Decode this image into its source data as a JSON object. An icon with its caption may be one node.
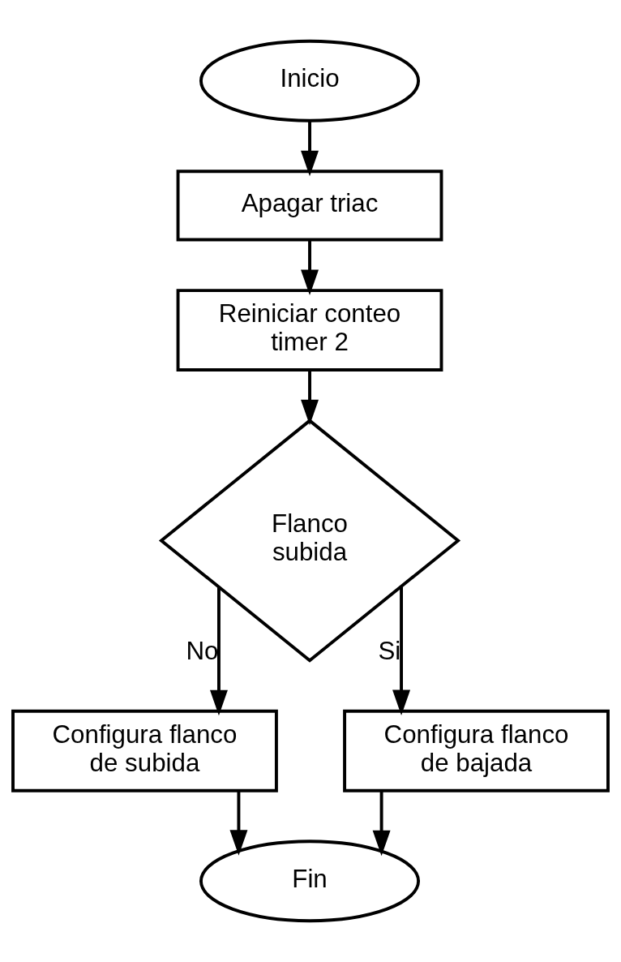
{
  "diagram": {
    "nodes": [
      {
        "text": [
          "Inicio"
        ]
      },
      {
        "text": [
          "Apagar triac"
        ]
      },
      {
        "text": [
          "Reiniciar conteo timer 2"
        ]
      },
      {
        "text": [
          "Flanco subida"
        ]
      },
      {
        "text": [
          "Configura flanco de subida"
        ]
      },
      {
        "text": [
          "Configura flanco de bajada"
        ]
      },
      {
        "text": [
          "Fin"
        ]
      }
    ],
    "edges": [
      {
        "from": 0,
        "to": 1,
        "arrow": "to"
      },
      {
        "from": 1,
        "to": 2,
        "arrow": "to"
      },
      {
        "from": 2,
        "to": 3,
        "arrow": "to"
      },
      {
        "from": 3,
        "to": 4,
        "arrow": "to",
        "label": "No"
      },
      {
        "from": 3,
        "to": 5,
        "arrow": "to",
        "label": "Si"
      },
      {
        "from": 5,
        "to": 6,
        "arrow": "to"
      },
      {
        "from": 4,
        "to": 6,
        "arrow": "to"
      }
    ]
  }
}
